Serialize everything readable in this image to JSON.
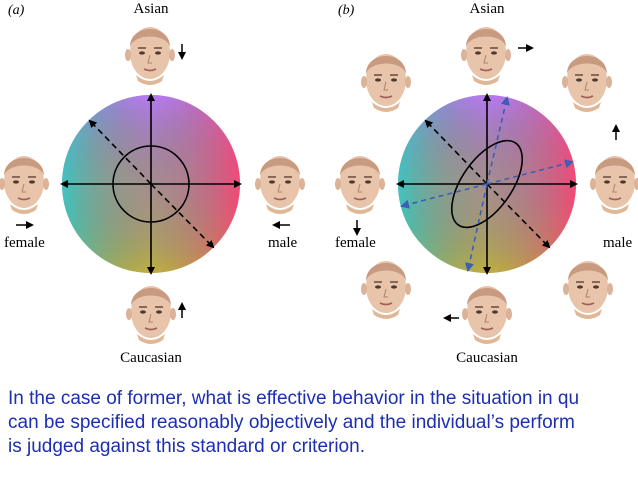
{
  "panels": [
    {
      "tag": "(a)",
      "labels": {
        "top": "Asian",
        "bottom": "Caucasian",
        "left": "female",
        "right": "male"
      }
    },
    {
      "tag": "(b)",
      "labels": {
        "top": "Asian",
        "bottom": "Caucasian",
        "left": "female",
        "right": "male"
      }
    }
  ],
  "caption": {
    "lines": [
      "In the case of former, what is effective behavior in the situation in qu",
      "can be specified reasonably objectively and the individual’s perform",
      "is judged against this standard or criterion."
    ]
  },
  "colors": {
    "caption": "#1c2fb0",
    "dashed_blue": "#3a5fb5"
  }
}
